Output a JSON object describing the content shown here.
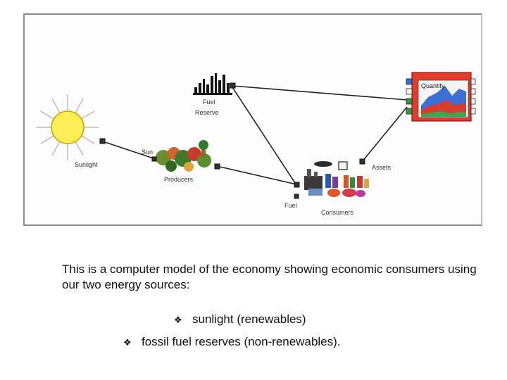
{
  "diagram": {
    "labels": {
      "sunlight": "Sunlight",
      "sun": "Sun",
      "producers": "Producers",
      "fuel_reserve_line1": "Fuel",
      "fuel_reserve_line2": "Reserve",
      "fuel": "Fuel",
      "consumers": "Consumers",
      "assets": "Assets",
      "quantity": "Quantity"
    },
    "colors": {
      "sun": "#ffee55",
      "sun_stroke": "#c9a400",
      "quantity_panel": "#e53b2a",
      "quantity_area_blue": "#3b6fd6",
      "quantity_area_red": "#d83c2e",
      "quantity_area_green": "#3aa84a",
      "port_blue": "#2d6fd0",
      "port_green": "#2f9a3e"
    },
    "icons": {
      "sun": "sun-icon",
      "fuel_reserve": "factory-skyline-icon",
      "producers": "plants-and-trees-icon",
      "consumers": "people-and-industry-icon",
      "quantity": "area-chart-icon"
    }
  },
  "caption": {
    "text": "This is a computer model of the economy showing economic consumers using our two energy sources:"
  },
  "bullets": [
    {
      "glyph": "❖",
      "text": "sunlight (renewables)"
    },
    {
      "glyph": "❖",
      "text": "fossil fuel reserves (non-renewables)."
    }
  ]
}
